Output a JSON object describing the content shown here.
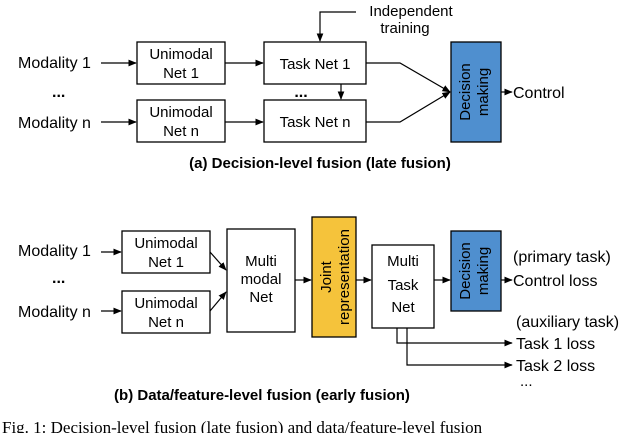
{
  "colors": {
    "line": "#000000",
    "decision_fill": "#4f8fcf",
    "joint_fill": "#f5c33b",
    "box_fill": "#ffffff"
  },
  "diagram_a": {
    "inputs": [
      "Modality 1",
      "...",
      "Modality n"
    ],
    "unimodal_1": [
      "Unimodal",
      "Net 1"
    ],
    "unimodal_n": [
      "Unimodal",
      "Net n"
    ],
    "task_1": "Task Net 1",
    "task_dots": "...",
    "task_n": "Task Net n",
    "independent": [
      "Independent",
      "training"
    ],
    "decision": [
      "Decision",
      "making"
    ],
    "output": "Control",
    "caption": "(a) Decision-level fusion (late fusion)"
  },
  "diagram_b": {
    "inputs": [
      "Modality 1",
      "...",
      "Modality n"
    ],
    "unimodal_1": [
      "Unimodal",
      "Net 1"
    ],
    "unimodal_n": [
      "Unimodal",
      "Net n"
    ],
    "multimodal": [
      "Multi",
      "modal",
      "Net"
    ],
    "joint": [
      "Joint",
      "representation"
    ],
    "multitask": [
      "Multi",
      "Task",
      "Net"
    ],
    "decision": [
      "Decision",
      "making"
    ],
    "primary_task": "(primary task)",
    "control_loss": "Control loss",
    "auxiliary_task": "(auxiliary task)",
    "task1_loss": "Task 1 loss",
    "task2_loss": "Task 2 loss",
    "more_dots": "...",
    "caption": "(b) Data/feature-level fusion (early fusion)"
  },
  "figure_caption": "Fig. 1: Decision-level fusion (late fusion) and data/feature-level fusion"
}
